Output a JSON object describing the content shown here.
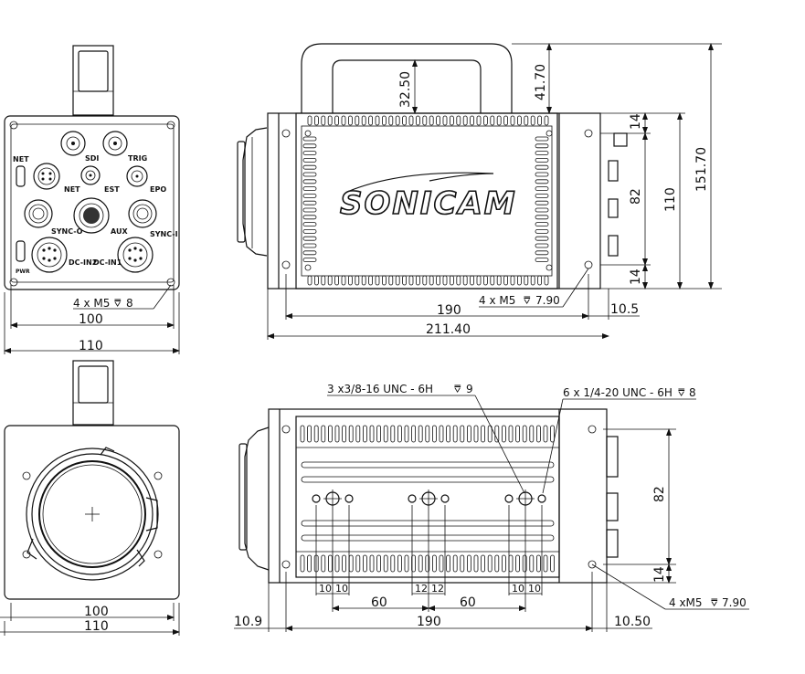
{
  "brand": {
    "logo": "SONICAM"
  },
  "front_view": {
    "connector_labels": {
      "net_left": "NET",
      "sdi": "SDI",
      "trig": "TRIG",
      "net": "NET",
      "est": "EST",
      "epo": "EPO",
      "sync_o": "SYNC-O",
      "aux": "AUX",
      "sync_i": "SYNC-I",
      "dc_in2": "DC-IN2",
      "dc_in1": "DC-IN1",
      "pwr": "PWR"
    },
    "mount_callout": "4 x M5",
    "mount_depth": "8",
    "dim_inner": "100",
    "dim_outer": "110"
  },
  "lens_view": {
    "dim_inner": "100",
    "dim_outer": "110"
  },
  "side_view": {
    "dim_handle_inner": "32.50",
    "dim_handle_outer": "41.70",
    "dim_top_offset": "14",
    "dim_mid": "82",
    "dim_bottom_offset": "14",
    "dim_height_110": "110",
    "dim_total_height": "151.70",
    "mount_callout": "4 x M5",
    "mount_depth": "7.90",
    "dim_length": "190",
    "dim_rear": "10.5",
    "dim_total_length": "211.40"
  },
  "bottom_view": {
    "callout_38": "3 x3/8-16 UNC - 6H",
    "callout_38_depth": "9",
    "callout_14": "6 x 1/4-20 UNC - 6H",
    "callout_14_depth": "8",
    "dim_82": "82",
    "dim_14": "14",
    "callout_m5": "4 xM5",
    "callout_m5_depth": "7.90",
    "hole_spacings": [
      "10",
      "10",
      "12",
      "12",
      "10",
      "10"
    ],
    "pitch_left": "60",
    "pitch_right": "60",
    "dim_front": "10.9",
    "dim_length": "190",
    "dim_rear": "10.50"
  }
}
